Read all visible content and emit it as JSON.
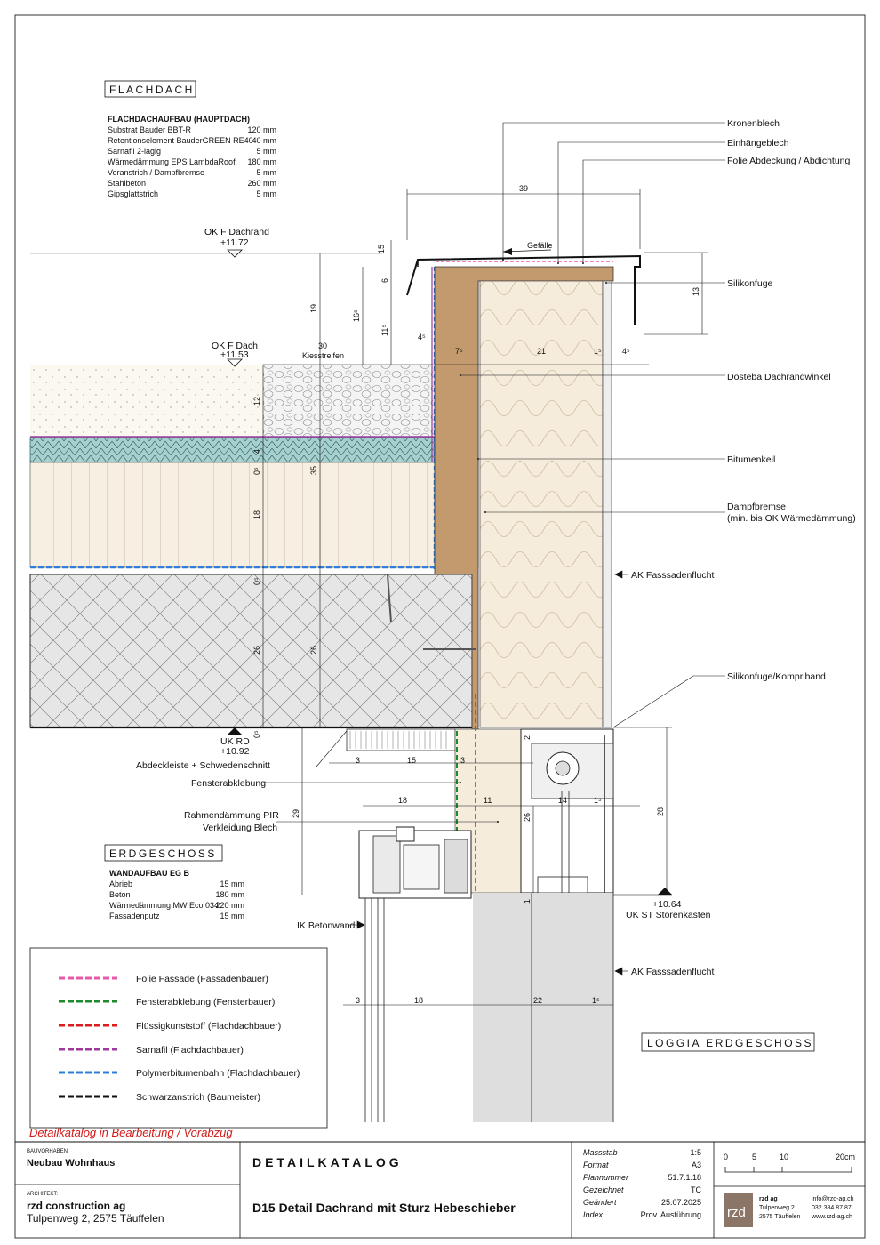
{
  "sections": {
    "flachdach_title": "FLACHDACH",
    "erdgeschoss_title": "ERDGESCHOSS",
    "loggia_title": "LOGGIA ERDGESCHOSS"
  },
  "roof_buildup": {
    "heading": "FLACHDACHAUFBAU (HAUPTDACH)",
    "rows": [
      {
        "name": "Substrat Bauder BBT-R",
        "value": "120 mm"
      },
      {
        "name": "Retentionselement BauderGREEN RE40",
        "value": "40 mm"
      },
      {
        "name": "Sarnafil 2-lagig",
        "value": "5 mm"
      },
      {
        "name": "Wärmedämmung EPS LambdaRoof",
        "value": "180 mm"
      },
      {
        "name": "Voranstrich / Dampfbremse",
        "value": "5 mm"
      },
      {
        "name": "Stahlbeton",
        "value": "260 mm"
      },
      {
        "name": "Gipsglattstrich",
        "value": "5 mm"
      }
    ]
  },
  "wall_buildup": {
    "heading": "WANDAUFBAU EG B",
    "rows": [
      {
        "name": "Abrieb",
        "value": "15 mm"
      },
      {
        "name": "Beton",
        "value": "180 mm"
      },
      {
        "name": "Wärmedämmung MW Eco 034",
        "value": "220 mm"
      },
      {
        "name": "Fassadenputz",
        "value": "15 mm"
      }
    ]
  },
  "levels": {
    "ok_dachrand_label": "OK F Dachrand",
    "ok_dachrand_value": "+11.72",
    "ok_dach_label": "OK F Dach",
    "ok_dach_value": "+11.53",
    "uk_rd_label": "UK RD",
    "uk_rd_value": "+10.92",
    "uk_st_value": "+10.64",
    "uk_st_label": "UK ST Storenkasten"
  },
  "annotations": {
    "kronenblech": "Kronenblech",
    "einhaengeblech": "Einhängeblech",
    "folie": "Folie Abdeckung / Abdichtung",
    "silikonfuge": "Silikonfuge",
    "dosteba": "Dosteba Dachrandwinkel",
    "bitumenkeil": "Bitumenkeil",
    "dampfbremse": "Dampfbremse",
    "dampfbremse_note": "(min. bis OK Wärmedämmung)",
    "ak_fassadenflucht_1": "AK Fasssadenflucht",
    "silikonfuge_kompriband": "Silikonfuge/Kompriband",
    "abdeckleiste": "Abdeckleiste + Schwedenschnitt",
    "fensterabklebung": "Fensterabklebung",
    "rahmendaemmung": "Rahmendämmung PIR",
    "verkleidung": "Verkleidung Blech",
    "ik_betonwand": "IK Betonwand",
    "ak_fassadenflucht_2": "AK Fasssadenflucht",
    "gefaelle": "Gefälle",
    "kiesstreifen": "Kiesstreifen"
  },
  "dimensions": {
    "d39": "39",
    "d15a": "15",
    "d6": "6",
    "d19": "19",
    "d165": "16⁵",
    "d115": "11⁵",
    "d45a": "4⁵",
    "d30": "30",
    "d75": "7⁵",
    "d21": "21",
    "d15b": "1⁵",
    "d45b": "4⁵",
    "d13": "13",
    "d12": "12",
    "d4": "4",
    "d05a": "0⁵",
    "d35": "35",
    "d18a": "18",
    "d05b": "0⁵",
    "d26a": "26",
    "d26b": "26",
    "d05c": "0⁵",
    "d3a": "3",
    "d15c": "15",
    "d3b": "3",
    "d2": "2",
    "d18b": "18",
    "d11": "11",
    "d14": "14",
    "d15d": "1⁵",
    "d26c": "26",
    "d28": "28",
    "d29": "29",
    "d1": "1",
    "d3c": "3",
    "d18c": "18",
    "d22": "22",
    "d15e": "1⁵"
  },
  "legend": [
    {
      "label": "Folie Fassade (Fassadenbauer)",
      "color": "#e85aa8"
    },
    {
      "label": "Fensterabklebung (Fensterbauer)",
      "color": "#1f8a2a"
    },
    {
      "label": "Flüssigkunststoff (Flachdachbauer)",
      "color": "#e01b1b"
    },
    {
      "label": "Sarnafil (Flachdachbauer)",
      "color": "#9c3aa0"
    },
    {
      "label": "Polymerbitumenbahn (Flachdachbauer)",
      "color": "#2f7fd8"
    },
    {
      "label": "Schwarzanstrich (Baumeister)",
      "color": "#111111"
    }
  ],
  "status_note": "Detailkatalog in Bearbeitung / Vorabzug",
  "title_block": {
    "bauvorhaben_label": "BAUVORHABEN:",
    "bauvorhaben": "Neubau Wohnhaus",
    "architekt_label": "ARCHITEKT:",
    "architekt": "rzd construction ag",
    "architekt_address": "Tulpenweg 2, 2575 Täuffelen",
    "katalog": "DETAILKATALOG",
    "detail_title": "D15 Detail Dachrand mit Sturz Hebeschieber",
    "meta": [
      {
        "label": "Massstab",
        "value": "1:5"
      },
      {
        "label": "Format",
        "value": "A3"
      },
      {
        "label": "Plannummer",
        "value": "51.7.1.18"
      },
      {
        "label": "Gezeichnet",
        "value": "TC"
      },
      {
        "label": "Geändert",
        "value": "25.07.2025"
      },
      {
        "label": "Index",
        "value": "Prov. Ausführung"
      }
    ],
    "scale_ticks": [
      "0",
      "5",
      "10",
      "20cm"
    ],
    "logo": "rzd",
    "company": "rzd ag",
    "company_street": "Tulpenweg 2",
    "company_city": "2575 Täuffelen",
    "company_email": "info@rzd-ag.ch",
    "company_phone": "032 384 87 87",
    "company_web": "www.rzd-ag.ch"
  },
  "colors": {
    "insulation": "#f6ecdc",
    "concrete": "#e4e4e4",
    "wood": "#c39a6e",
    "teal": "#a6cfcf",
    "substrate": "#fbf8ef",
    "logo_bg": "#8a7566"
  }
}
